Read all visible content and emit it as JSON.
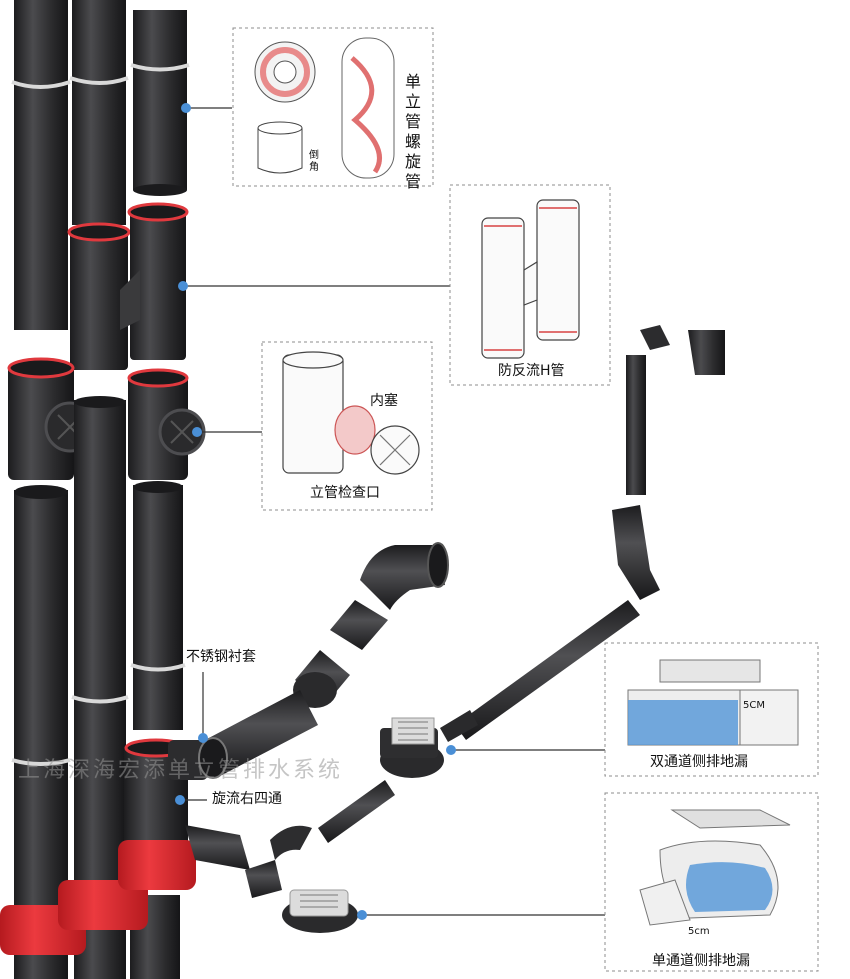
{
  "callouts": {
    "spiral_pipe": "单立管螺旋管",
    "chamfer": "倒角",
    "h_pipe": "防反流H管",
    "inner_plug": "内塞",
    "inspection_port": "立管检查口",
    "stainless_sleeve": "不锈钢衬套",
    "swirl_cross": "旋流右四通",
    "double_drain": "双通道侧排地漏",
    "single_drain": "单通道侧排地漏",
    "depth_label_double": "5CM",
    "depth_label_single": "5cm"
  },
  "watermark": "上海深海宏添单立管排水系统",
  "colors": {
    "pipe": "#2e2e30",
    "pipe_light": "#4a4a4c",
    "seal": "#e0393e",
    "clamp_red": "#d9262b",
    "callout_dot": "#4a8fd6",
    "water": "#5b9ad8",
    "dash": "#8c8c8c"
  }
}
